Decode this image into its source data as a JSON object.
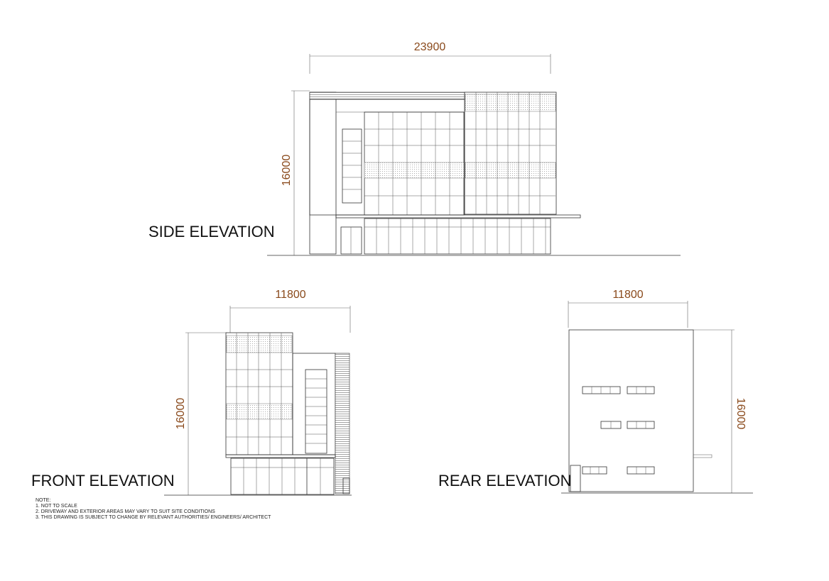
{
  "drawing": {
    "side": {
      "title": "SIDE ELEVATION",
      "width_dim": "23900",
      "height_dim": "16000"
    },
    "front": {
      "title": "FRONT ELEVATION",
      "width_dim": "11800",
      "height_dim": "16000"
    },
    "rear": {
      "title": "REAR ELEVATION",
      "width_dim": "11800",
      "height_dim": "16000"
    },
    "notes": {
      "heading": "NOTE:",
      "items": [
        "1. NOT TO SCALE",
        "2. DRIVEWAY AND EXTERIOR AREAS MAY VARY TO SUIT SITE CONDITIONS",
        "3. THIS DRAWING IS SUBJECT TO CHANGE BY RELEVANT AUTHORITIES/ ENGINEERS/ ARCHITECT"
      ]
    },
    "colors": {
      "dimension_text": "#8a4a1c",
      "line": "#333333"
    }
  }
}
